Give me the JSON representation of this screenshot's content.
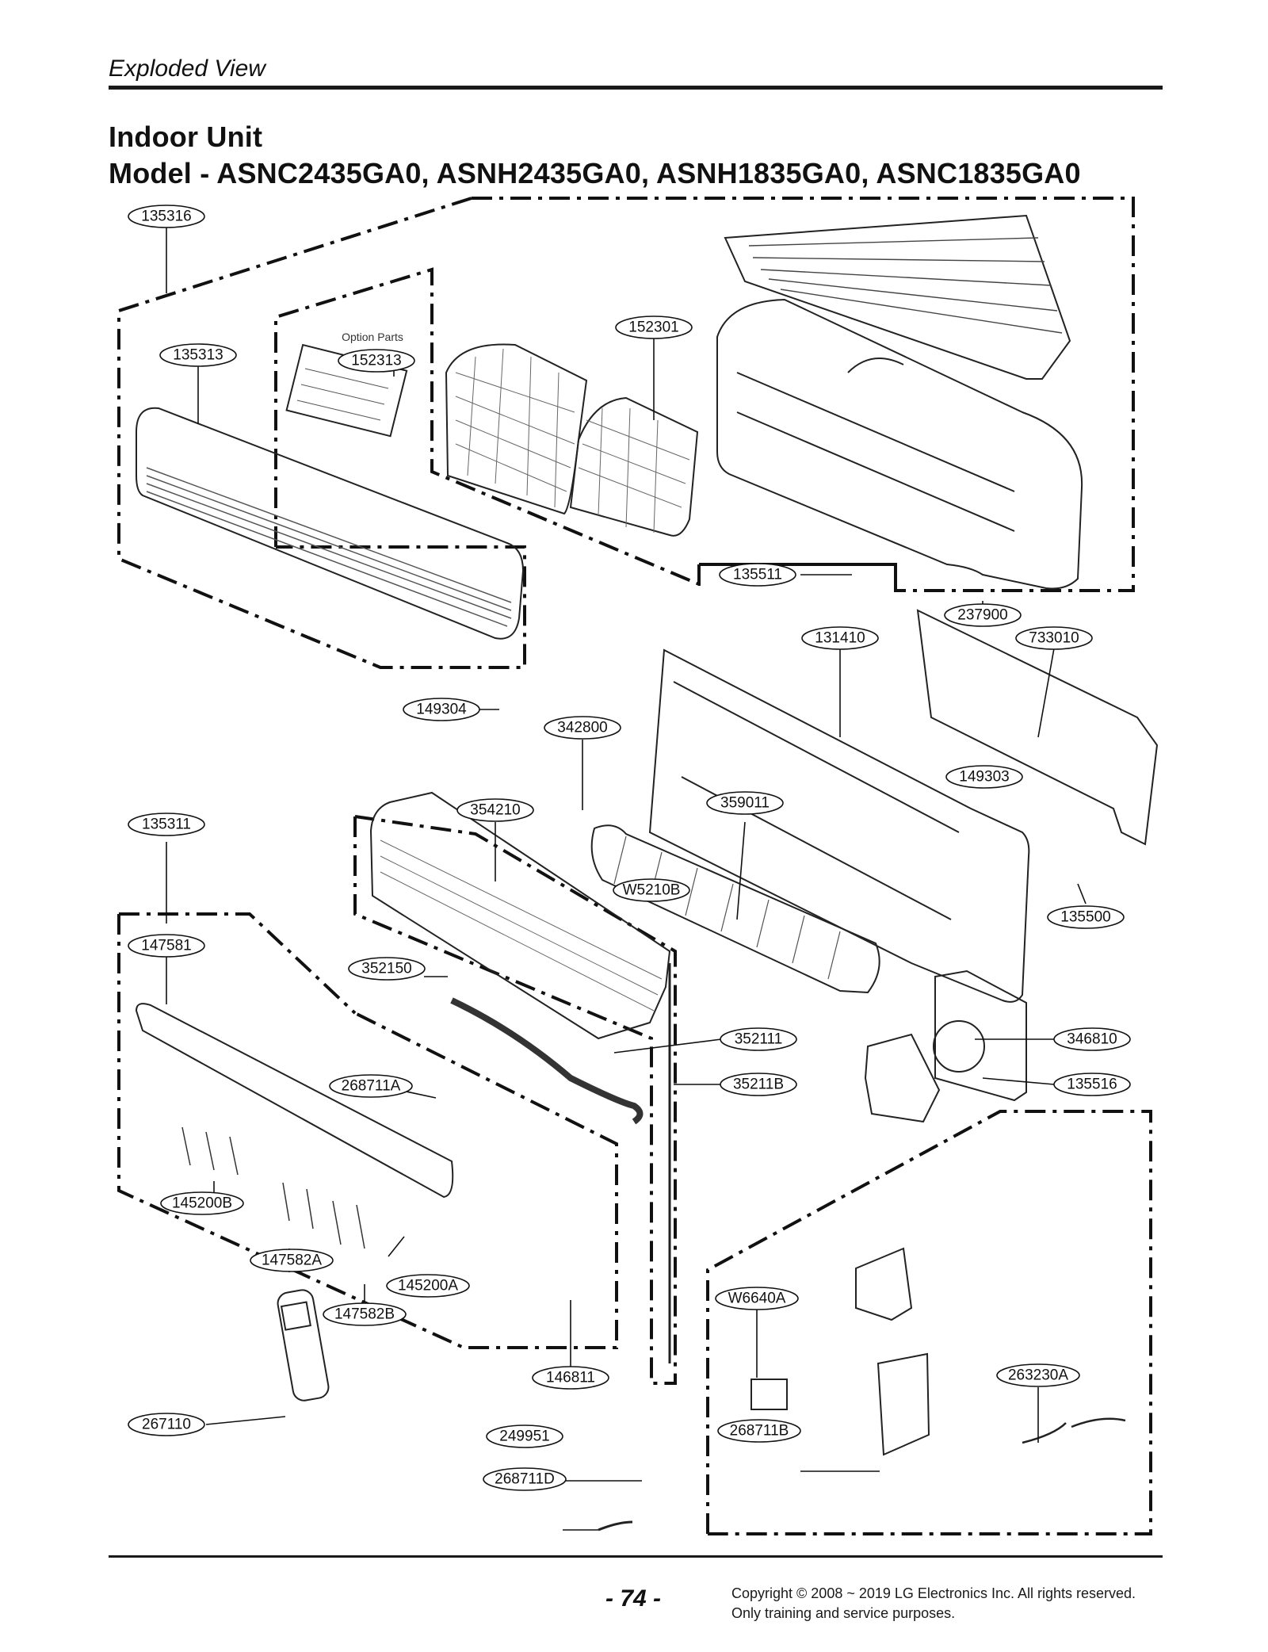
{
  "header": {
    "section": "Exploded View"
  },
  "title": {
    "line1": "Indoor Unit",
    "line2": "Model - ASNC2435GA0, ASNH2435GA0, ASNH1835GA0, ASNC1835GA0"
  },
  "diagram": {
    "option_note": "Option Parts",
    "part_labels": [
      "135316",
      "135313",
      "152313",
      "152301",
      "135511",
      "237900",
      "131410",
      "733010",
      "149304",
      "342800",
      "149303",
      "135311",
      "354210",
      "359011",
      "W5210B",
      "135500",
      "147581",
      "352150",
      "352111",
      "346810",
      "268711A",
      "35211B",
      "135516",
      "145200B",
      "147582A",
      "145200A",
      "147582B",
      "W6640A",
      "263230A",
      "146811",
      "267110",
      "249951",
      "268711B",
      "268711D"
    ]
  },
  "footer": {
    "page": "- 74 -",
    "copyright": "Copyright © 2008 ~ 2019 LG Electronics Inc. All rights reserved.",
    "notice": "Only training and service purposes."
  }
}
